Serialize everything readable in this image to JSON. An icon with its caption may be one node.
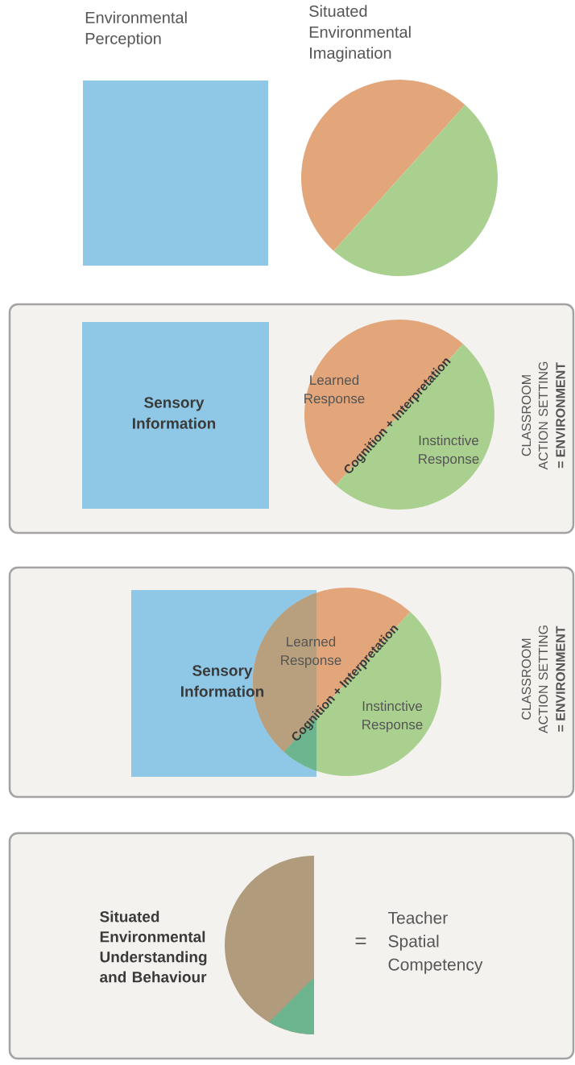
{
  "diagram": {
    "nodes": [
      {
        "text": [
          "Environmental Perception"
        ]
      },
      {
        "text": [
          "Situated Environmental Imagination"
        ]
      },
      {
        "text": [
          "CLASSROOM ACTION SETTING",
          "= ENVIRONMENT"
        ]
      },
      {
        "text": [
          "Sensory Information"
        ],
        "in": 2
      },
      {
        "text": [
          "Learned Response",
          "Cognition + Interpretation",
          "Instinctive Response"
        ],
        "in": 2
      },
      {
        "text": [
          "CLASSROOM ACTION SETTING",
          "= ENVIRONMENT"
        ]
      },
      {
        "text": [
          "Sensory Information"
        ],
        "in": 5
      },
      {
        "text": [
          "Learned Response",
          "Cognition + Interpretation",
          "Instinctive Response"
        ],
        "in": 5
      },
      {
        "text": [
          "Situated Environmental Understanding and Behaviour",
          "=",
          "Teacher Spatial Competency"
        ]
      },
      {
        "text": [],
        "shape": "semicircle",
        "in": 8
      }
    ]
  }
}
